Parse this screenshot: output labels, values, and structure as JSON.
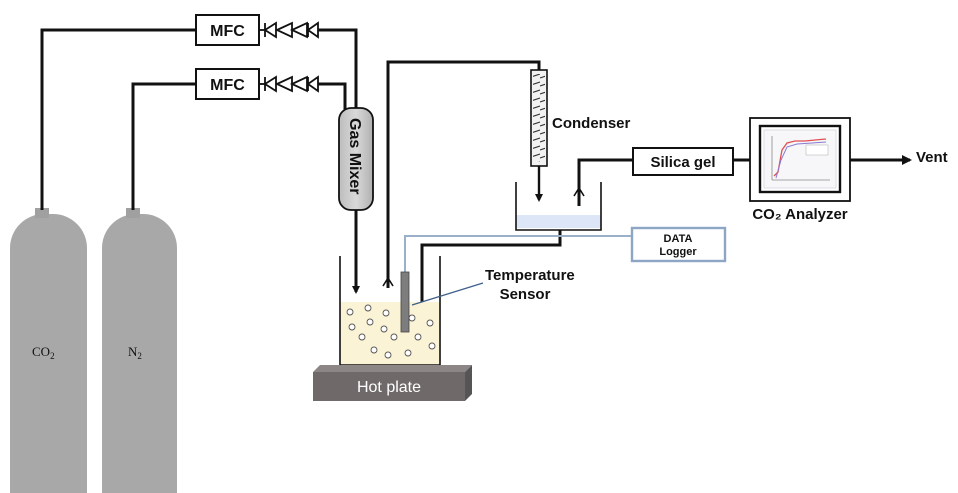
{
  "diagram": {
    "mfc_top_label": "MFC",
    "mfc_bottom_label": "MFC",
    "gas_mixer_label": "Gas Mixer",
    "condenser_label": "Condenser",
    "silica_gel_label": "Silica gel",
    "analyzer_label": "CO₂ Analyzer",
    "vent_label": "Vent",
    "data_logger_line1": "DATA",
    "data_logger_line2": "Logger",
    "temp_sensor_line1": "Temperature",
    "temp_sensor_line2": "Sensor",
    "hot_plate_label": "Hot plate",
    "co2_cylinder_label": "CO",
    "co2_cylinder_sub": "2",
    "n2_cylinder_label": "N",
    "n2_cylinder_sub": "2"
  },
  "colors": {
    "line": "#111111",
    "cylinder": "#a8a8a8",
    "liquid": "#fbf3d5",
    "hot_plate": "#6f6a69",
    "water": "#dce6f6",
    "logger_border": "#8da6c4",
    "sensor_wire": "#9ab0c8"
  }
}
